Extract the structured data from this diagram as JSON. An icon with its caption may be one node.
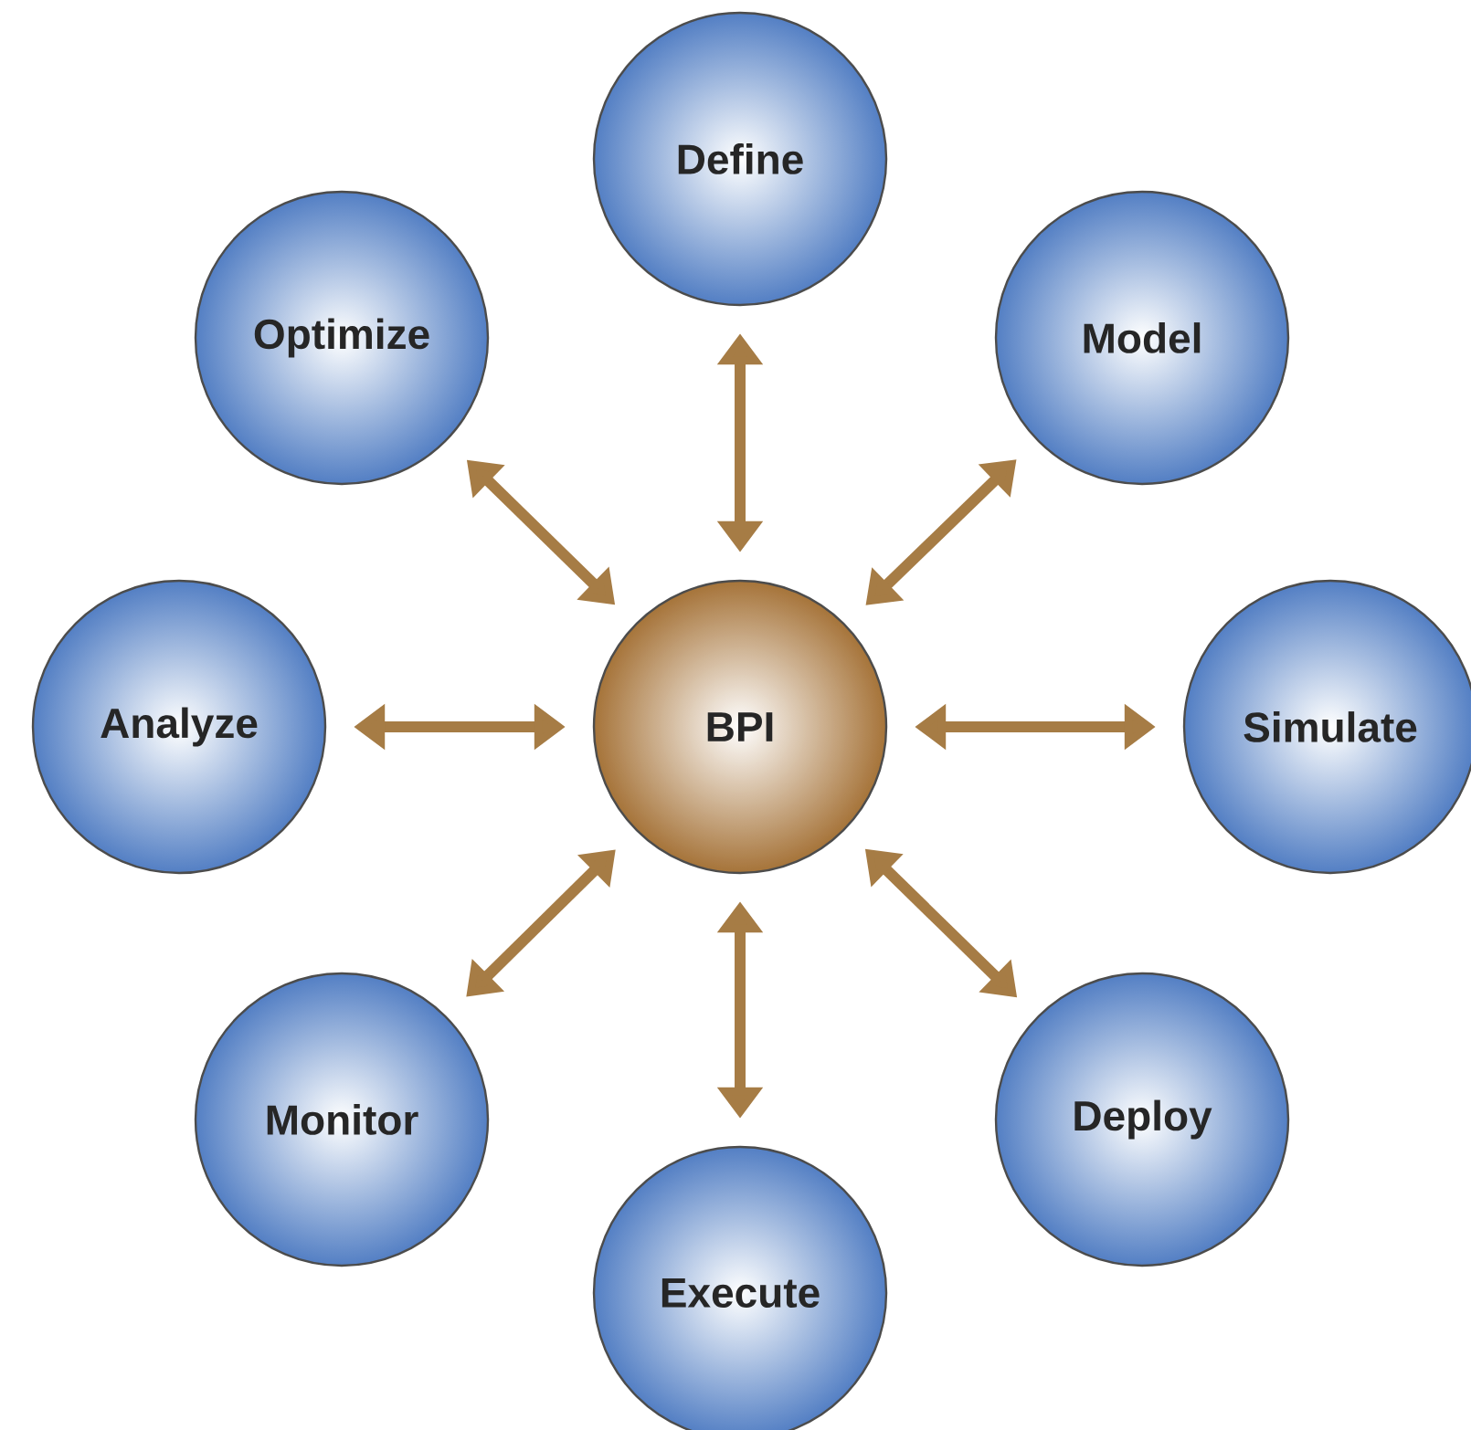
{
  "diagram": {
    "nodes": [
      {
        "text": [
          "Define"
        ]
      },
      {
        "text": [
          "Optimize"
        ]
      },
      {
        "text": [
          "Model"
        ]
      },
      {
        "text": [
          "Analyze"
        ]
      },
      {
        "text": [
          "BPI"
        ]
      },
      {
        "text": [
          "Simulate"
        ]
      },
      {
        "text": [
          "Monitor"
        ]
      },
      {
        "text": [
          "Deploy"
        ]
      },
      {
        "text": [
          "Execute"
        ]
      }
    ],
    "edges": [
      {
        "from": 4,
        "to": 0,
        "arrow": "both"
      },
      {
        "from": 4,
        "to": 2,
        "arrow": "both"
      },
      {
        "from": 4,
        "to": 5,
        "arrow": "both"
      },
      {
        "from": 4,
        "to": 7,
        "arrow": "both"
      },
      {
        "from": 4,
        "to": 8,
        "arrow": "both"
      },
      {
        "from": 4,
        "to": 6,
        "arrow": "both"
      },
      {
        "from": 4,
        "to": 3,
        "arrow": "both"
      },
      {
        "from": 4,
        "to": 1,
        "arrow": "both"
      }
    ]
  }
}
